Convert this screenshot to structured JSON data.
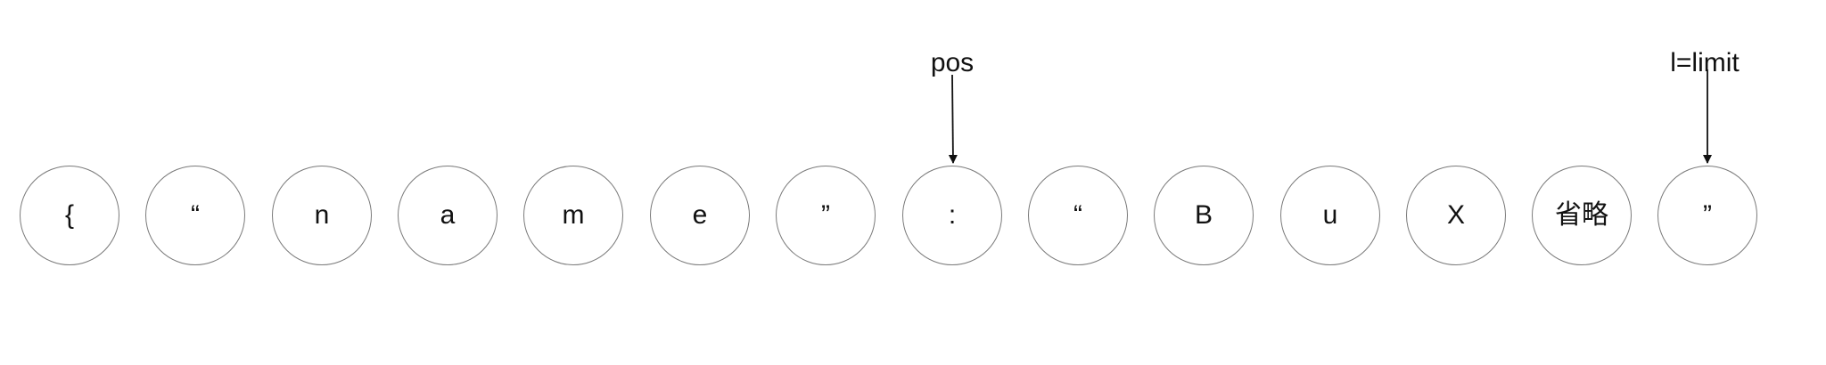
{
  "cells": [
    {
      "label": "{"
    },
    {
      "label": "“"
    },
    {
      "label": "n"
    },
    {
      "label": "a"
    },
    {
      "label": "m"
    },
    {
      "label": "e"
    },
    {
      "label": "”"
    },
    {
      "label": ":"
    },
    {
      "label": "“"
    },
    {
      "label": "B"
    },
    {
      "label": "u"
    },
    {
      "label": "X"
    },
    {
      "label": "省略"
    },
    {
      "label": "”"
    }
  ],
  "pointers": {
    "pos": {
      "label": "pos",
      "points_to_index": 7
    },
    "limit": {
      "label": "l=limit",
      "points_to_index": 13
    }
  },
  "colors": {
    "circle_stroke": "#7a7a7a",
    "text": "#111111",
    "arrow": "#111111",
    "background": "#ffffff"
  }
}
